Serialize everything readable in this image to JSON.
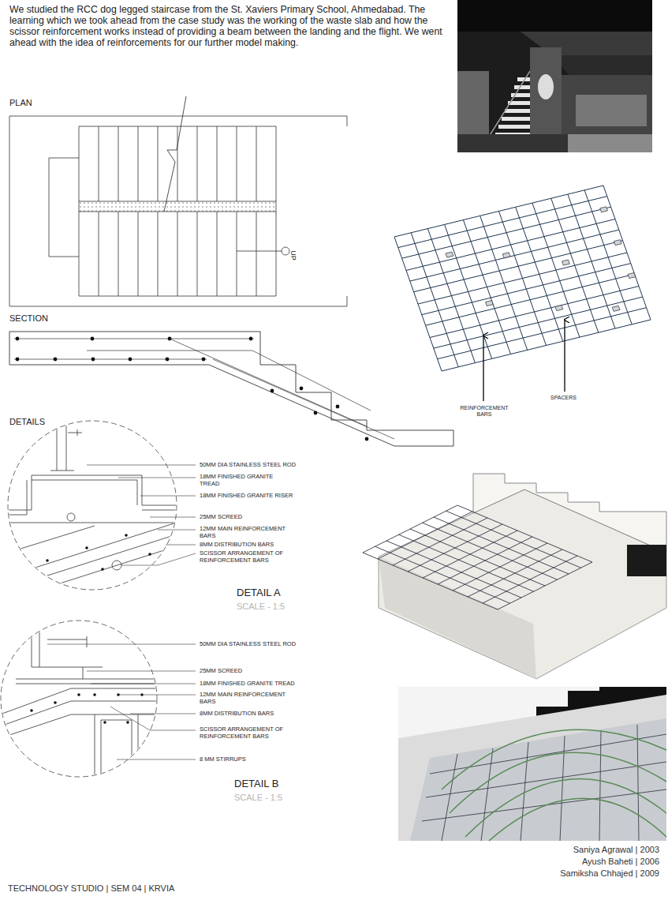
{
  "diagram": {
    "labels": [
      "We studied the RCC dog legged staircase from the St. Xaviers Primary School, Ahmedabad. The learning which we took ahead from the case study was the working of the waste slab and how the scissor reinforcement works instead of providing a beam between the landing and the flight. We went ahead with the idea of reinforcements for our further model making.",
      "PLAN",
      "UP",
      "SECTION",
      "REINFORCEMENT BARS",
      "SPACERS",
      "DETAILS",
      "50MM DIA STAINLESS STEEL ROD",
      "18MM FINISHED GRANITE TREAD",
      "18MM FINISHED GRANITE RISER",
      "25MM SCREED",
      "12MM MAIN REINFORCEMENT BARS",
      "8MM DISTRIBUTION BARS",
      "SCISSOR ARRANGEMENT OF REINFORCEMENT BARS",
      "DETAIL A",
      "SCALE - 1:5",
      "50MM DIA STAINLESS STEEL ROD",
      "25MM SCREED",
      "18MM FINISHED GRANITE TREAD",
      "12MM MAIN REINFORCEMENT BARS",
      "8MM DISTRIBUTION BARS",
      "SCISSOR ARRANGEMENT OF REINFORCEMENT BARS",
      "8 MM STIRRUPS",
      "DETAIL B",
      "SCALE - 1:5",
      "TECHNOLOGY STUDIO | SEM 04 | KRVIA",
      "Saniya Agrawal | 2003",
      "Ayush Baheti | 2006",
      "Samiksha Chhajed | 2009"
    ]
  }
}
